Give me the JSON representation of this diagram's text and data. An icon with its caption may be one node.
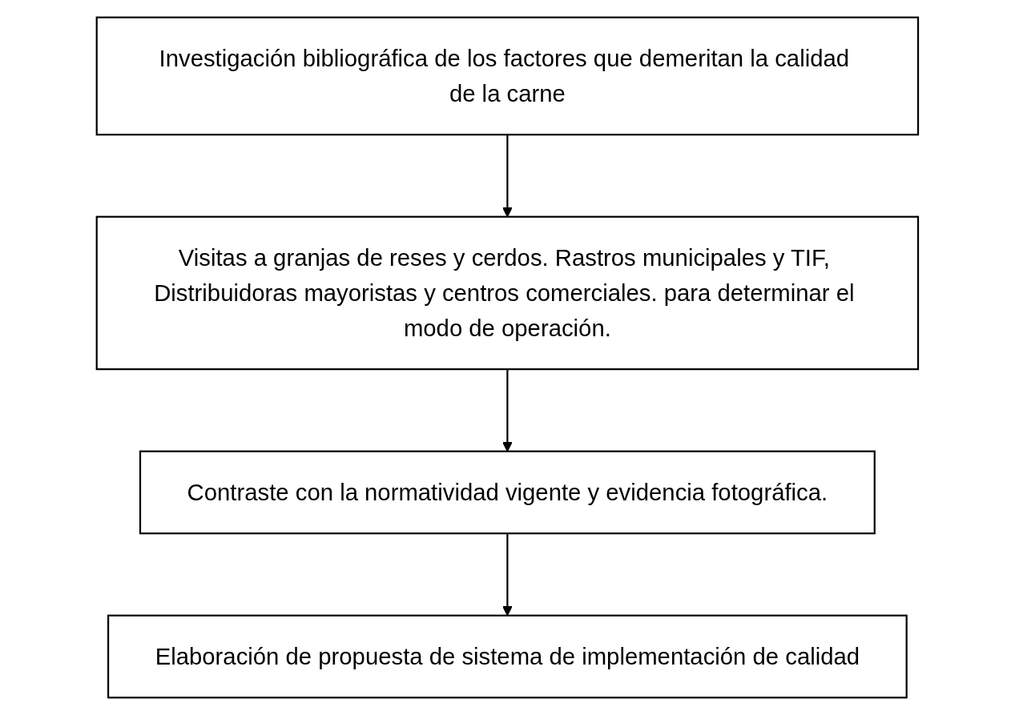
{
  "diagram": {
    "nodes": [
      {
        "text": [
          "Investigación bibliográfica de los factores que demeritan la calidad de la carne"
        ]
      },
      {
        "text": [
          "Visitas a granjas de reses y cerdos. Rastros municipales y TIF, Distribuidoras mayoristas y centros comerciales. para determinar el modo de operación."
        ]
      },
      {
        "text": [
          "Contraste con la normatividad vigente y evidencia fotográfica."
        ]
      },
      {
        "text": [
          "Elaboración de propuesta de sistema de implementación de calidad"
        ]
      }
    ],
    "edges": [
      {
        "from": 0,
        "to": 1,
        "arrow": "to"
      },
      {
        "from": 1,
        "to": 2,
        "arrow": "to"
      },
      {
        "from": 2,
        "to": 3,
        "arrow": "to"
      }
    ]
  }
}
